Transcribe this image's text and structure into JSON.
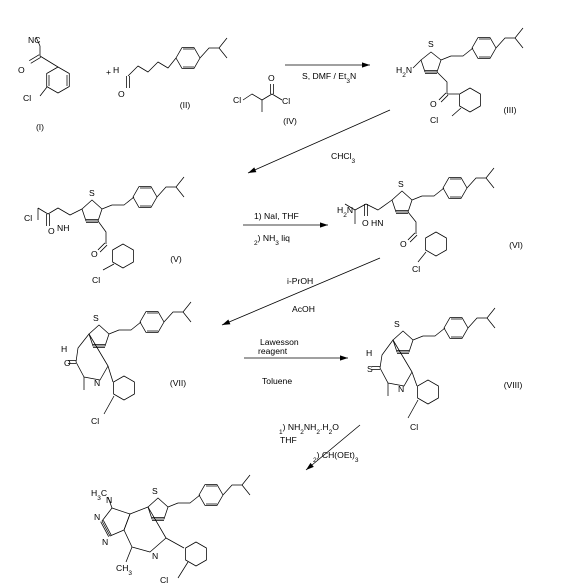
{
  "compound_labels": {
    "I": "(I)",
    "II": "(II)",
    "III": "(III)",
    "IV": "(IV)",
    "V": "(V)",
    "VI": "(VI)",
    "VII": "(VII)",
    "VIII": "(VIII)"
  },
  "atoms": {
    "nc": "NC",
    "o": "O",
    "cl": "Cl",
    "h": "H",
    "s": "S",
    "h2n": "H2N",
    "nh2": "NH2",
    "nh": "NH",
    "hn": "HN",
    "n": "N",
    "h3c": "H3C",
    "ch3": "CH3",
    "plus": "+"
  },
  "reagents": {
    "step1": "S, DMF / Et3N",
    "step2_solvent": "CHCl3",
    "step3_a": "1) NaI, THF",
    "step3_b": "2) NH3 liq",
    "step4_a": "i-PrOH",
    "step4_b": "AcOH",
    "step5_a": "Lawesson",
    "step5_b": "reagent",
    "step5_c": "Toluene",
    "step6_a": "1) NH2NH2.H2O",
    "step6_b": "THF",
    "step6_c": "2) CH(OEt)3"
  }
}
